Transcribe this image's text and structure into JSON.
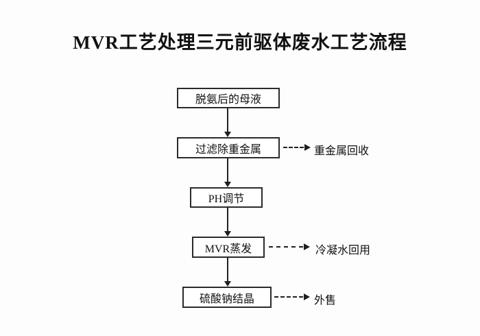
{
  "title": "MVR工艺处理三元前驱体废水工艺流程",
  "nodes": [
    {
      "label": "脱氨后的母液"
    },
    {
      "label": "过滤除重金属",
      "branch": "重金属回收"
    },
    {
      "label": "PH调节"
    },
    {
      "label": "MVR蒸发",
      "branch": "冷凝水回用"
    },
    {
      "label": "硫酸钠结晶",
      "branch": "外售"
    }
  ]
}
